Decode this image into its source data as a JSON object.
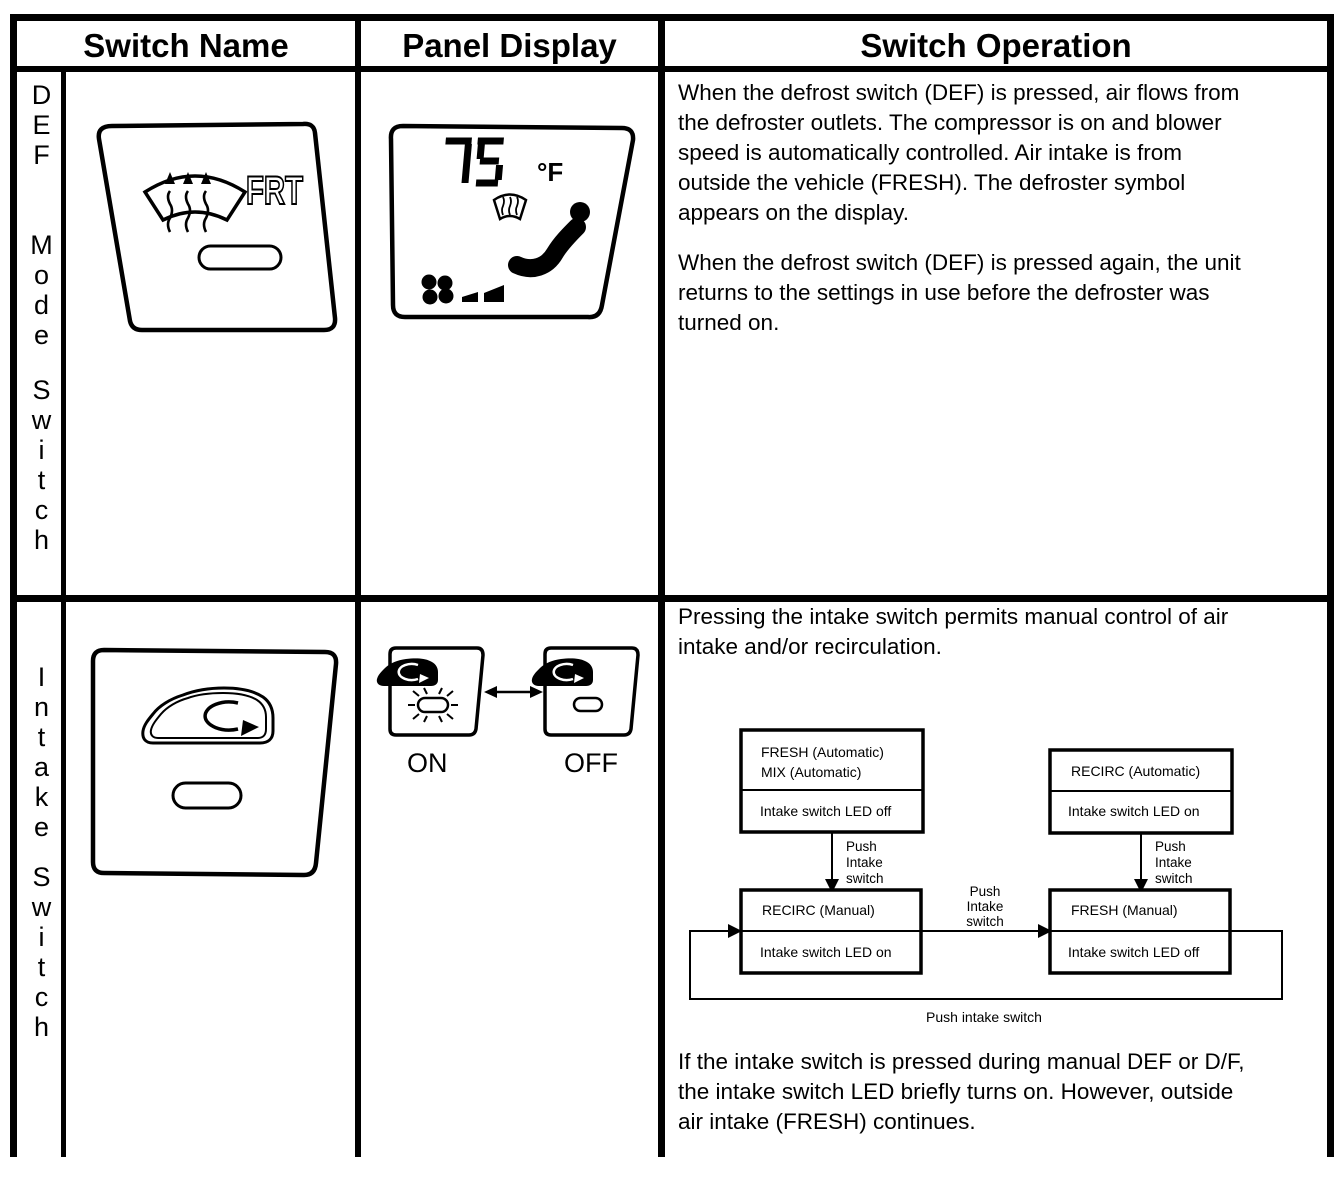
{
  "header": {
    "switch_name": "Switch Name",
    "panel_display": "Panel Display",
    "switch_operation": "Switch Operation"
  },
  "def_row": {
    "vertical_label": {
      "word1": "DEF",
      "word2": "Mode",
      "word3": "Switch"
    },
    "button_label": "FRT",
    "display": {
      "temperature": "75",
      "unit": "°F"
    },
    "operation_p1_lines": [
      "When the defrost switch (DEF) is pressed, air flows from",
      "the defroster outlets. The compressor is on and blower",
      "speed is automatically controlled. Air intake is from",
      "outside the vehicle (FRESH). The defroster symbol",
      "appears on the display."
    ],
    "operation_p2_lines": [
      "When the defrost switch (DEF) is pressed again, the unit",
      "returns to the settings in use before the defroster was",
      "turned on."
    ]
  },
  "intake_row": {
    "vertical_label": {
      "word1": "Intake",
      "word2": "Switch"
    },
    "display": {
      "on_label": "ON",
      "off_label": "OFF"
    },
    "operation_intro_lines": [
      "Pressing the intake switch permits manual control of air",
      "intake and/or recirculation."
    ],
    "operation_note_lines": [
      "If the intake switch is pressed during manual DEF or D/F,",
      "the intake switch LED briefly turns on. However, outside",
      "air intake (FRESH) continues."
    ],
    "flowchart": {
      "fresh_auto_line1": "FRESH (Automatic)",
      "fresh_auto_line2": "MIX (Automatic)",
      "fresh_auto_status": "Intake switch LED off",
      "recirc_auto_title": "RECIRC (Automatic)",
      "recirc_auto_status": "Intake switch LED on",
      "recirc_manual_title": "RECIRC (Manual)",
      "recirc_manual_status": "Intake switch LED on",
      "fresh_manual_title": "FRESH (Manual)",
      "fresh_manual_status": "Intake switch LED off",
      "push1_l1": "Push",
      "push1_l2": "Intake",
      "push1_l3": "switch",
      "push2_l1": "Push",
      "push2_l2": "Intake",
      "push2_l3": "switch",
      "push3_l1": "Push",
      "push3_l2": "Intake",
      "push3_l3": "switch",
      "loop_label": "Push intake switch"
    }
  },
  "colors": {
    "ink": "#000000",
    "paper": "#ffffff"
  }
}
